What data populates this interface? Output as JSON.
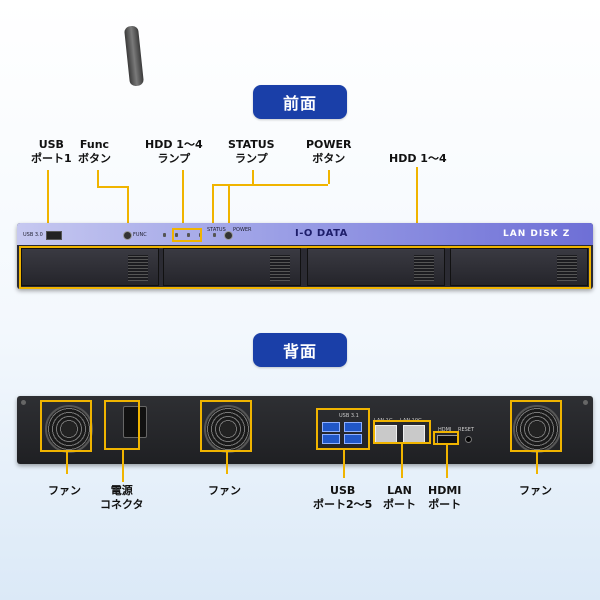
{
  "sections": {
    "front_title": "前面",
    "rear_title": "背面"
  },
  "front": {
    "brand": "I-O DATA",
    "model": "LAN DISK Z",
    "tiny_usb": "USB 3.0",
    "tiny_func": "FUNC",
    "tiny_status": "STATUS",
    "tiny_power": "POWER",
    "labels": {
      "usb1_line1": "USB",
      "usb1_line2": "ポート1",
      "func_line1": "Func",
      "func_line2": "ボタン",
      "hddlamp_line1": "HDD 1〜4",
      "hddlamp_line2": "ランプ",
      "status_line1": "STATUS",
      "status_line2": "ランプ",
      "power_line1": "POWER",
      "power_line2": "ボタン",
      "hdd_bays": "HDD 1〜4"
    }
  },
  "rear": {
    "tiny_usb": "USB 3.1",
    "tiny_lan1": "LAN 1G",
    "tiny_lan2": "LAN 10G",
    "tiny_hdmi": "HDMI",
    "tiny_reset": "RESET",
    "labels": {
      "fan_left": "ファン",
      "power_line1": "電源",
      "power_line2": "コネクタ",
      "fan_mid": "ファン",
      "usb_line1": "USB",
      "usb_line2": "ポート2〜5",
      "lan_line1": "LAN",
      "lan_line2": "ポート",
      "hdmi_line1": "HDMI",
      "hdmi_line2": "ポート",
      "fan_right": "ファン"
    }
  },
  "colors": {
    "pill": "#1a3fa8",
    "callout": "#f0b400",
    "front_bar_start": "#c6c8f0",
    "front_bar_end": "#6e6fd6"
  }
}
